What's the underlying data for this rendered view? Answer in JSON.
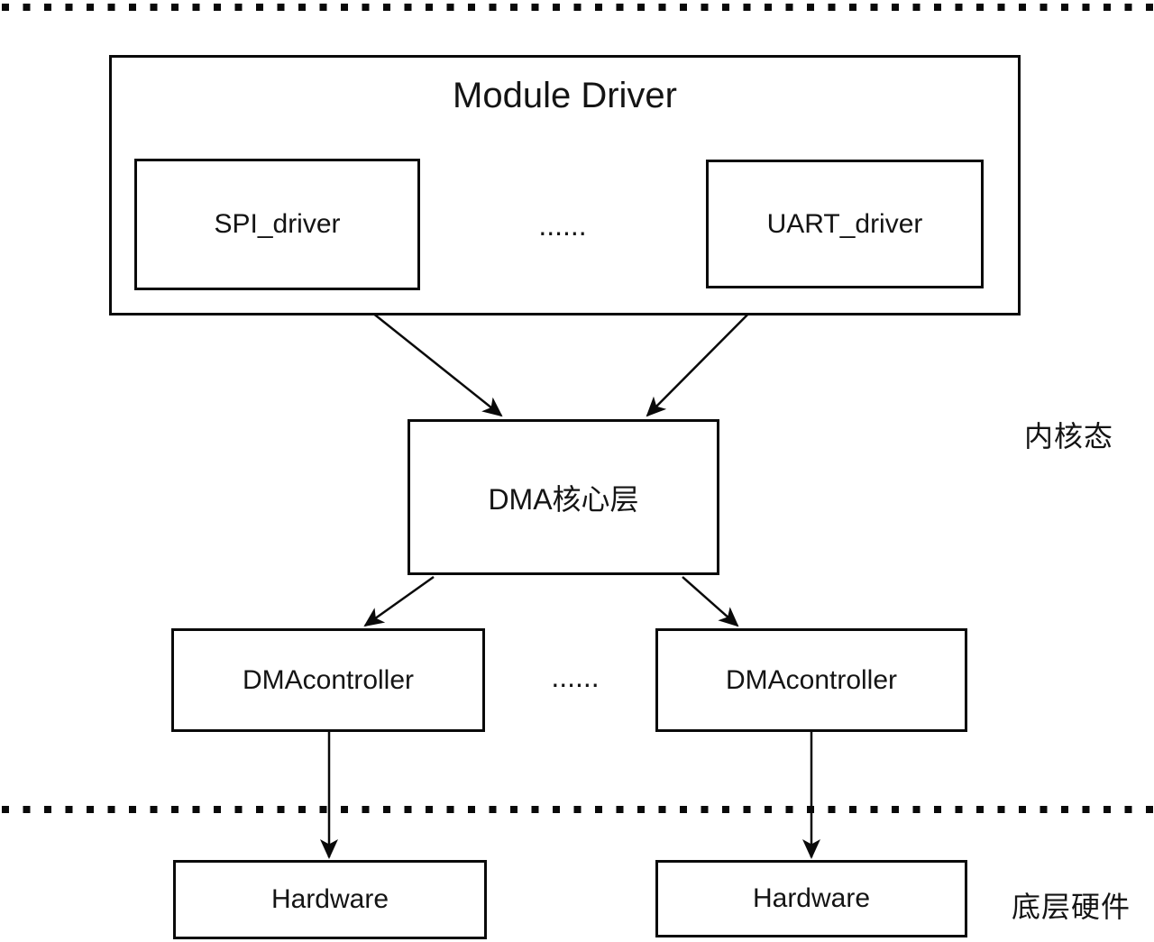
{
  "diagram": {
    "container_title": "Module Driver",
    "nodes": {
      "spi": "SPI_driver",
      "uart": "UART_driver",
      "dma_core": "DMA核心层",
      "dma_controller_left": "DMAcontroller",
      "dma_controller_right": "DMAcontroller",
      "hardware_left": "Hardware",
      "hardware_right": "Hardware"
    },
    "ellipsis_top": "......",
    "ellipsis_bottom": "......",
    "side_labels": {
      "kernel_mode": "内核态",
      "hardware_layer": "底层硬件"
    },
    "colors": {
      "line": "#0a0a0a",
      "background": "#ffffff"
    }
  }
}
